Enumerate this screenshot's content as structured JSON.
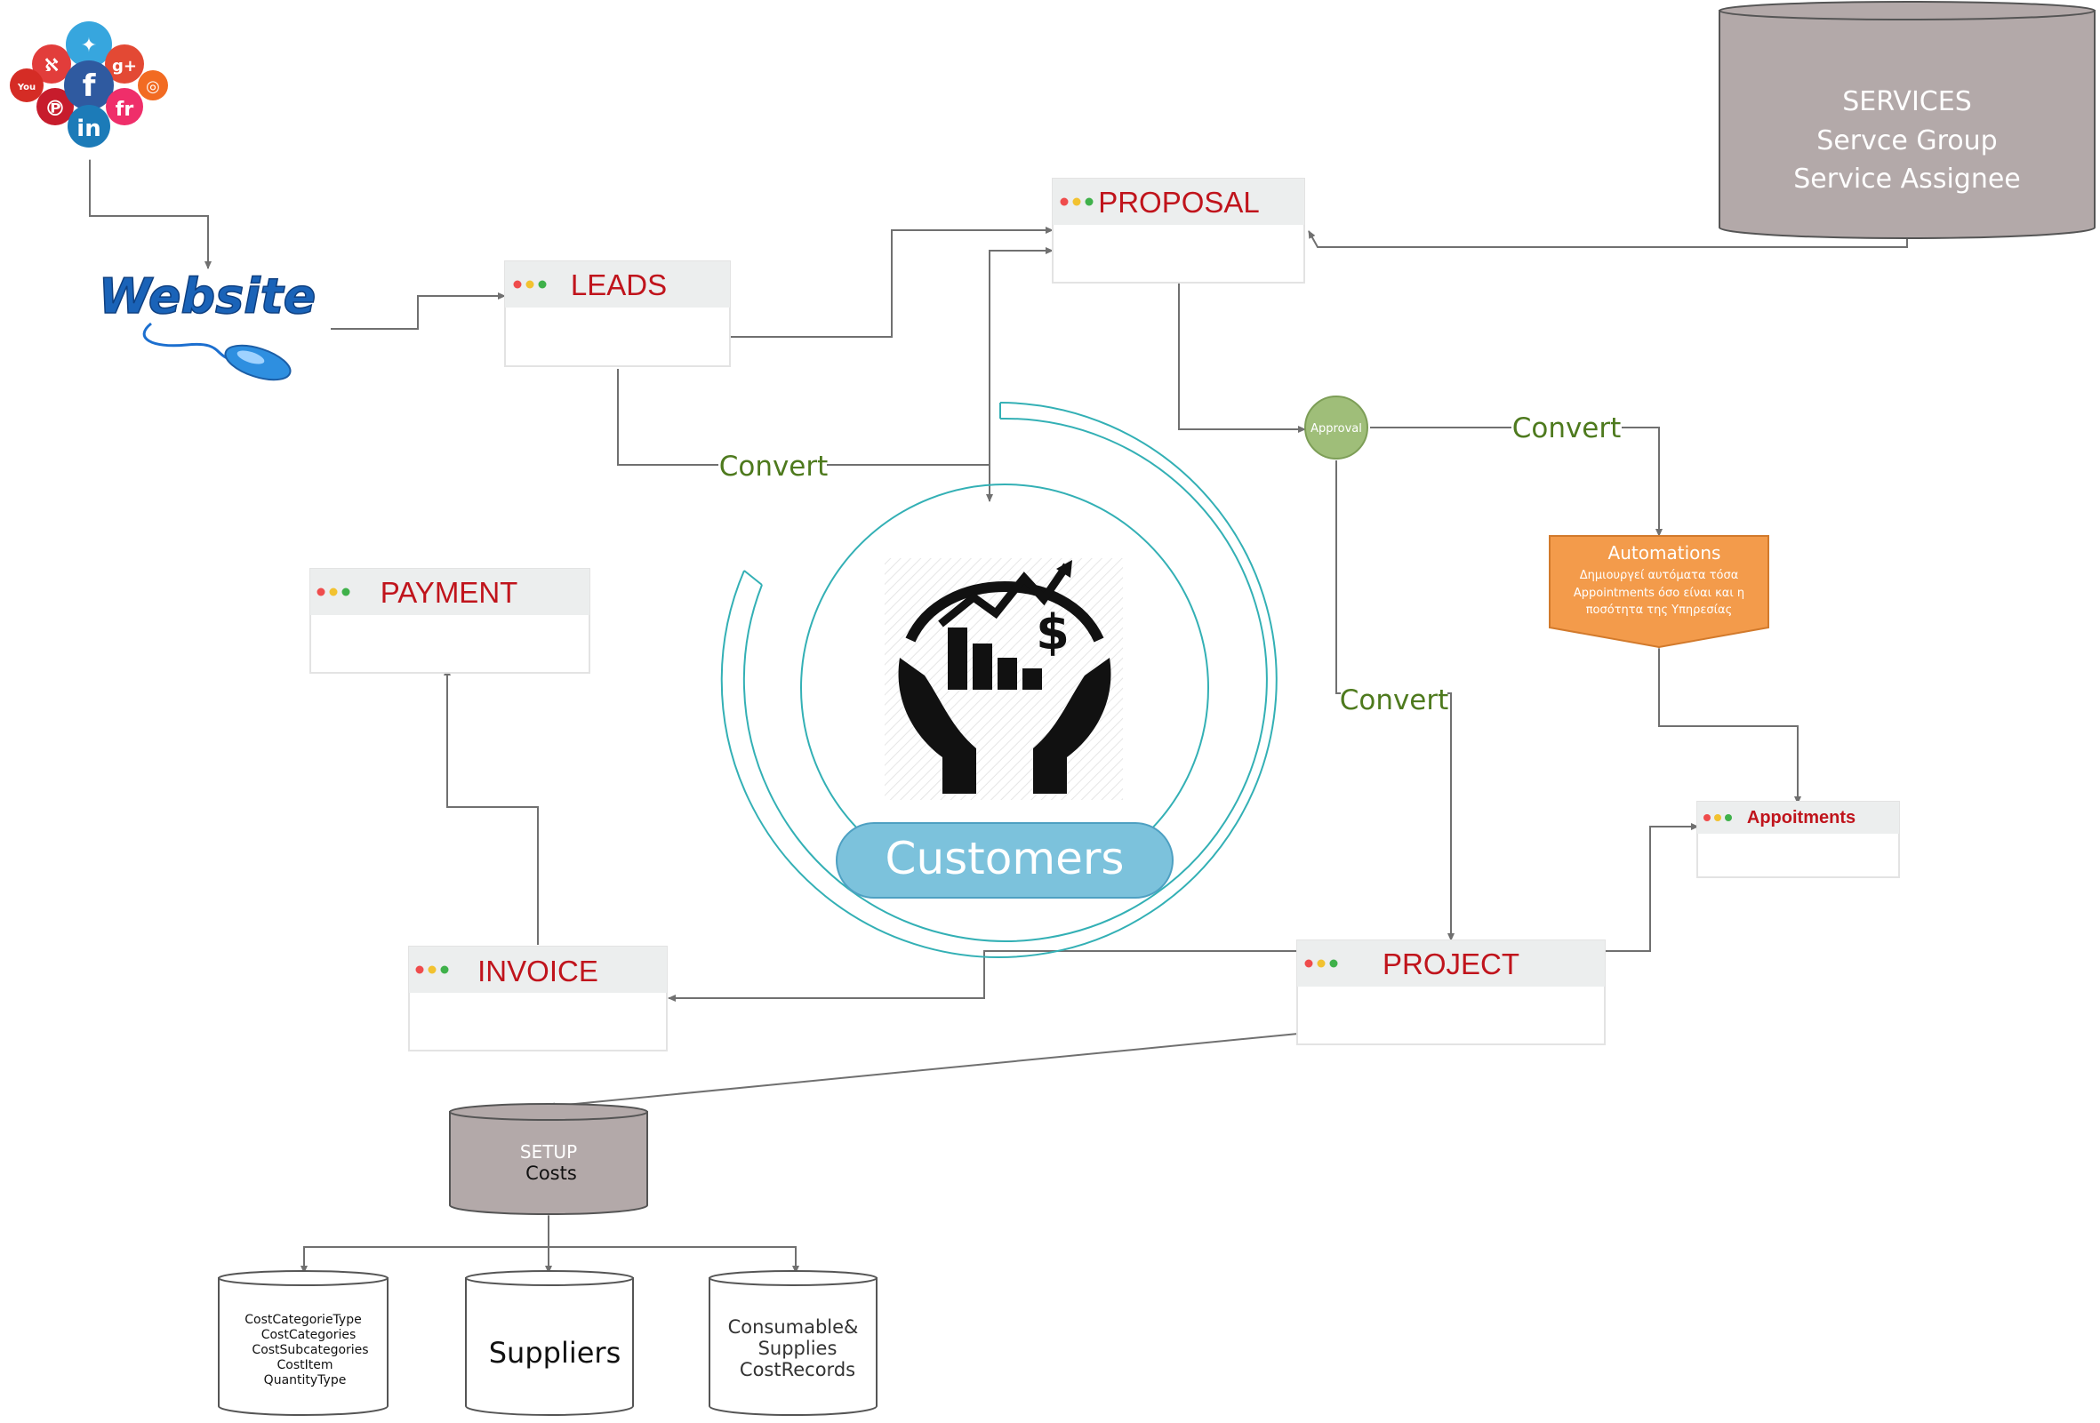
{
  "colors": {
    "title_red": "#c0141c",
    "convert_green": "#4e7a1e",
    "customers_teal": "#33b0b5",
    "customers_pill": "#7cc2dc",
    "db_gray": "#b3a9a9",
    "automations_orange": "#f39b4b",
    "approval_green": "#9fbe79",
    "dot_red": "#ef4c4c",
    "dot_yellow": "#f2c230",
    "dot_green": "#3fb14a",
    "connector": "#707070"
  },
  "social": {
    "label": "social-media-cluster"
  },
  "website": {
    "label": "Website"
  },
  "cards": {
    "leads": "LEADS",
    "proposal": "PROPOSAL",
    "payment": "PAYMENT",
    "invoice": "INVOICE",
    "project": "PROJECT",
    "appointments": "Appoitments"
  },
  "services": {
    "line1": "SERVICES",
    "line2": "Servce Group",
    "line3": "Service Assignee"
  },
  "approval": {
    "label": "Approval"
  },
  "automations": {
    "title": "Automations",
    "line1": "Δημιουργεί αυτόματα τόσα",
    "line2": "Appointments όσο είναι και η",
    "line3": "ποσότητα της Υπηρεσίας"
  },
  "convert_labels": {
    "leads_to_customers": "Convert",
    "approval_to_automations": "Convert",
    "approval_to_project": "Convert"
  },
  "customers": {
    "label": "Customers"
  },
  "setup": {
    "line1": "SETUP",
    "line2": "Costs"
  },
  "cost_dbs": {
    "categories": [
      "CostCategorieType",
      "CostCategories",
      "CostSubcategories",
      "CostItem",
      "QuantityType"
    ],
    "suppliers": "Suppliers",
    "consumables": [
      "Consumable&",
      "Supplies",
      "CostRecords"
    ]
  }
}
